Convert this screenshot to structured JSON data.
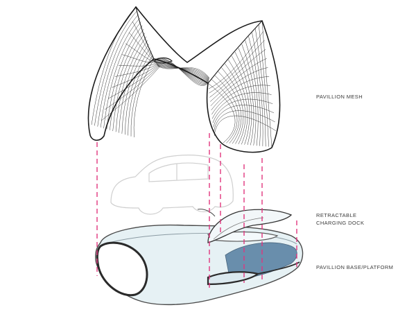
{
  "labels": {
    "mesh": "PAVILLION MESH",
    "dock_line1": "RETRACTABLE",
    "dock_line2": "CHARGING DOCK",
    "base": "PAVILLION BASE/PLATFORM"
  },
  "colors": {
    "mesh": "#1a1a1a",
    "guide": "#e0357e",
    "base_fill": "#e6f1f4",
    "base_stroke": "#4a4a4a",
    "panel": "#5f86a6",
    "car_outline": "#cfcfcf"
  }
}
